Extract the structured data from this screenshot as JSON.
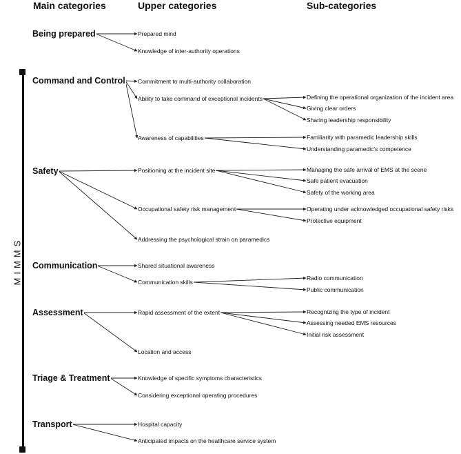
{
  "headers": {
    "main": "Main categories",
    "upper": "Upper categories",
    "sub": "Sub-categories"
  },
  "side_label": "MIMMS",
  "main_categories": [
    {
      "label": "Being prepared",
      "upper": [
        {
          "label": "Prepared mind",
          "subs": []
        },
        {
          "label": "Knowledge of inter-authority operations",
          "subs": []
        }
      ]
    },
    {
      "label": "Command and Control",
      "upper": [
        {
          "label": "Commitment to multi-authority collaboration",
          "subs": []
        },
        {
          "label": "Ability to take command of exceptional incidents",
          "subs": [
            "Defining the operational organization of the incident area",
            "Giving clear orders",
            "Sharing leadership responsibility"
          ]
        },
        {
          "label": "Awareness of capabilities",
          "subs": [
            "Familiarity with paramedic leadership skills",
            "Understanding paramedic's competence"
          ]
        }
      ]
    },
    {
      "label": "Safety",
      "upper": [
        {
          "label": "Positioning at the incident site",
          "subs": [
            "Managing the safe arrival of EMS at the scene",
            "Safe patient evacuation",
            "Safety of the working area"
          ]
        },
        {
          "label": "Occupational safety risk management",
          "subs": [
            "Operating under acknowledged occupational safety risks",
            "Protective equipment"
          ]
        },
        {
          "label": "Addressing the psychological strain on paramedics",
          "subs": []
        }
      ]
    },
    {
      "label": "Communication",
      "upper": [
        {
          "label": "Shared situational awareness",
          "subs": []
        },
        {
          "label": "Communication skills",
          "subs": [
            "Radio communication",
            "Public communication"
          ]
        }
      ]
    },
    {
      "label": "Assessment",
      "upper": [
        {
          "label": "Rapid assessment of the extent",
          "subs": [
            "Recognizing the type of incident",
            "Assessing needed EMS resources",
            "Initial risk assessment"
          ]
        },
        {
          "label": "Location and access",
          "subs": []
        }
      ]
    },
    {
      "label": "Triage & Treatment",
      "upper": [
        {
          "label": "Knowledge of specific symptoms characteristics",
          "subs": []
        },
        {
          "label": "Considering exceptional operating procedures",
          "subs": []
        }
      ]
    },
    {
      "label": "Transport",
      "upper": [
        {
          "label": "Hospital capacity",
          "subs": []
        },
        {
          "label": "Anticipated impacts on the healthcare service system",
          "subs": []
        }
      ]
    }
  ]
}
